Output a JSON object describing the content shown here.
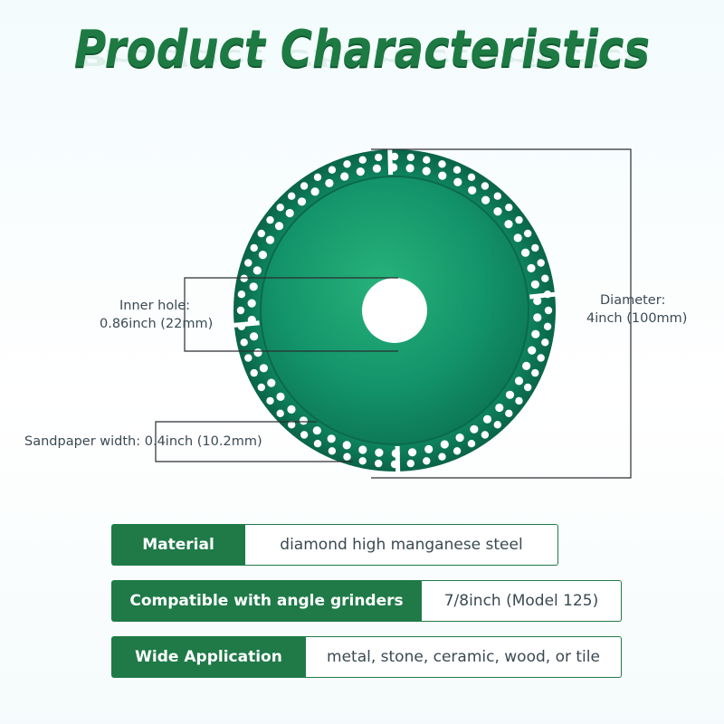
{
  "header": {
    "title": "Product Characteristics"
  },
  "annotations": {
    "inner_hole_label": "Inner hole:",
    "inner_hole_value": "0.86inch (22mm)",
    "diameter_label": "Diameter:",
    "diameter_value": "4inch (100mm)",
    "sandpaper_width": "Sandpaper width: 0.4inch (10.2mm)"
  },
  "specs": [
    {
      "key": "Material",
      "value": "diamond high manganese steel"
    },
    {
      "key": "Compatible with angle grinders",
      "value": "7/8inch (Model 125)"
    },
    {
      "key": "Wide Application",
      "value": "metal, stone, ceramic, wood, or tile"
    }
  ],
  "colors": {
    "brand_green": "#1f7a48",
    "blade_green": "#169a66"
  },
  "icons": {
    "product": "diamond-cutting-disc"
  }
}
